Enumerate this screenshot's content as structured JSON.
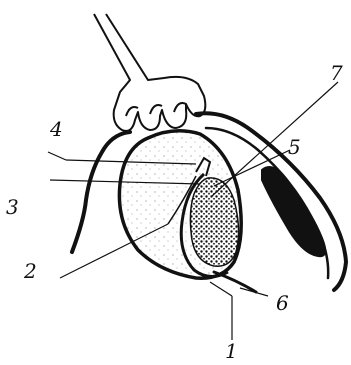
{
  "labels": {
    "l1": "1",
    "l2": "2",
    "l3": "3",
    "l4": "4",
    "l5": "5",
    "l6": "6",
    "l7": "7"
  },
  "colors": {
    "ink": "#111111",
    "paper": "#ffffff",
    "stipple": "#8a8a8a"
  }
}
